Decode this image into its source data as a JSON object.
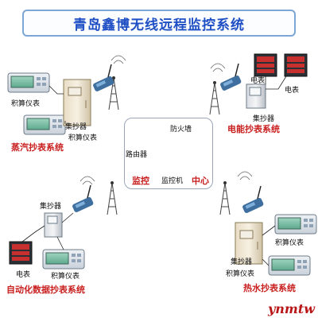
{
  "title": "青岛鑫博无线远程监控系统",
  "center": {
    "router": "路由器",
    "firewall": "防火墙",
    "monitor_pc": "监控机",
    "label_left": "监控",
    "label_right": "中心"
  },
  "steam": {
    "system": "蒸汽抄表系统",
    "integrator_top": "积算仪表",
    "integrator_bottom": "积算仪表",
    "collector": "集抄器"
  },
  "power": {
    "system": "电能抄表系统",
    "meter_top": "电表",
    "meter_mid": "电表",
    "collector": "集抄器"
  },
  "auto": {
    "system": "自动化数据抄表系统",
    "collector": "集抄器",
    "meter": "电表",
    "integrator": "积算仪表"
  },
  "heat": {
    "system": "热水抄表系统",
    "collector": "集抄器",
    "integrator_top": "积算仪表",
    "integrator_bottom": "积算仪表"
  },
  "watermark": "ynmtw"
}
